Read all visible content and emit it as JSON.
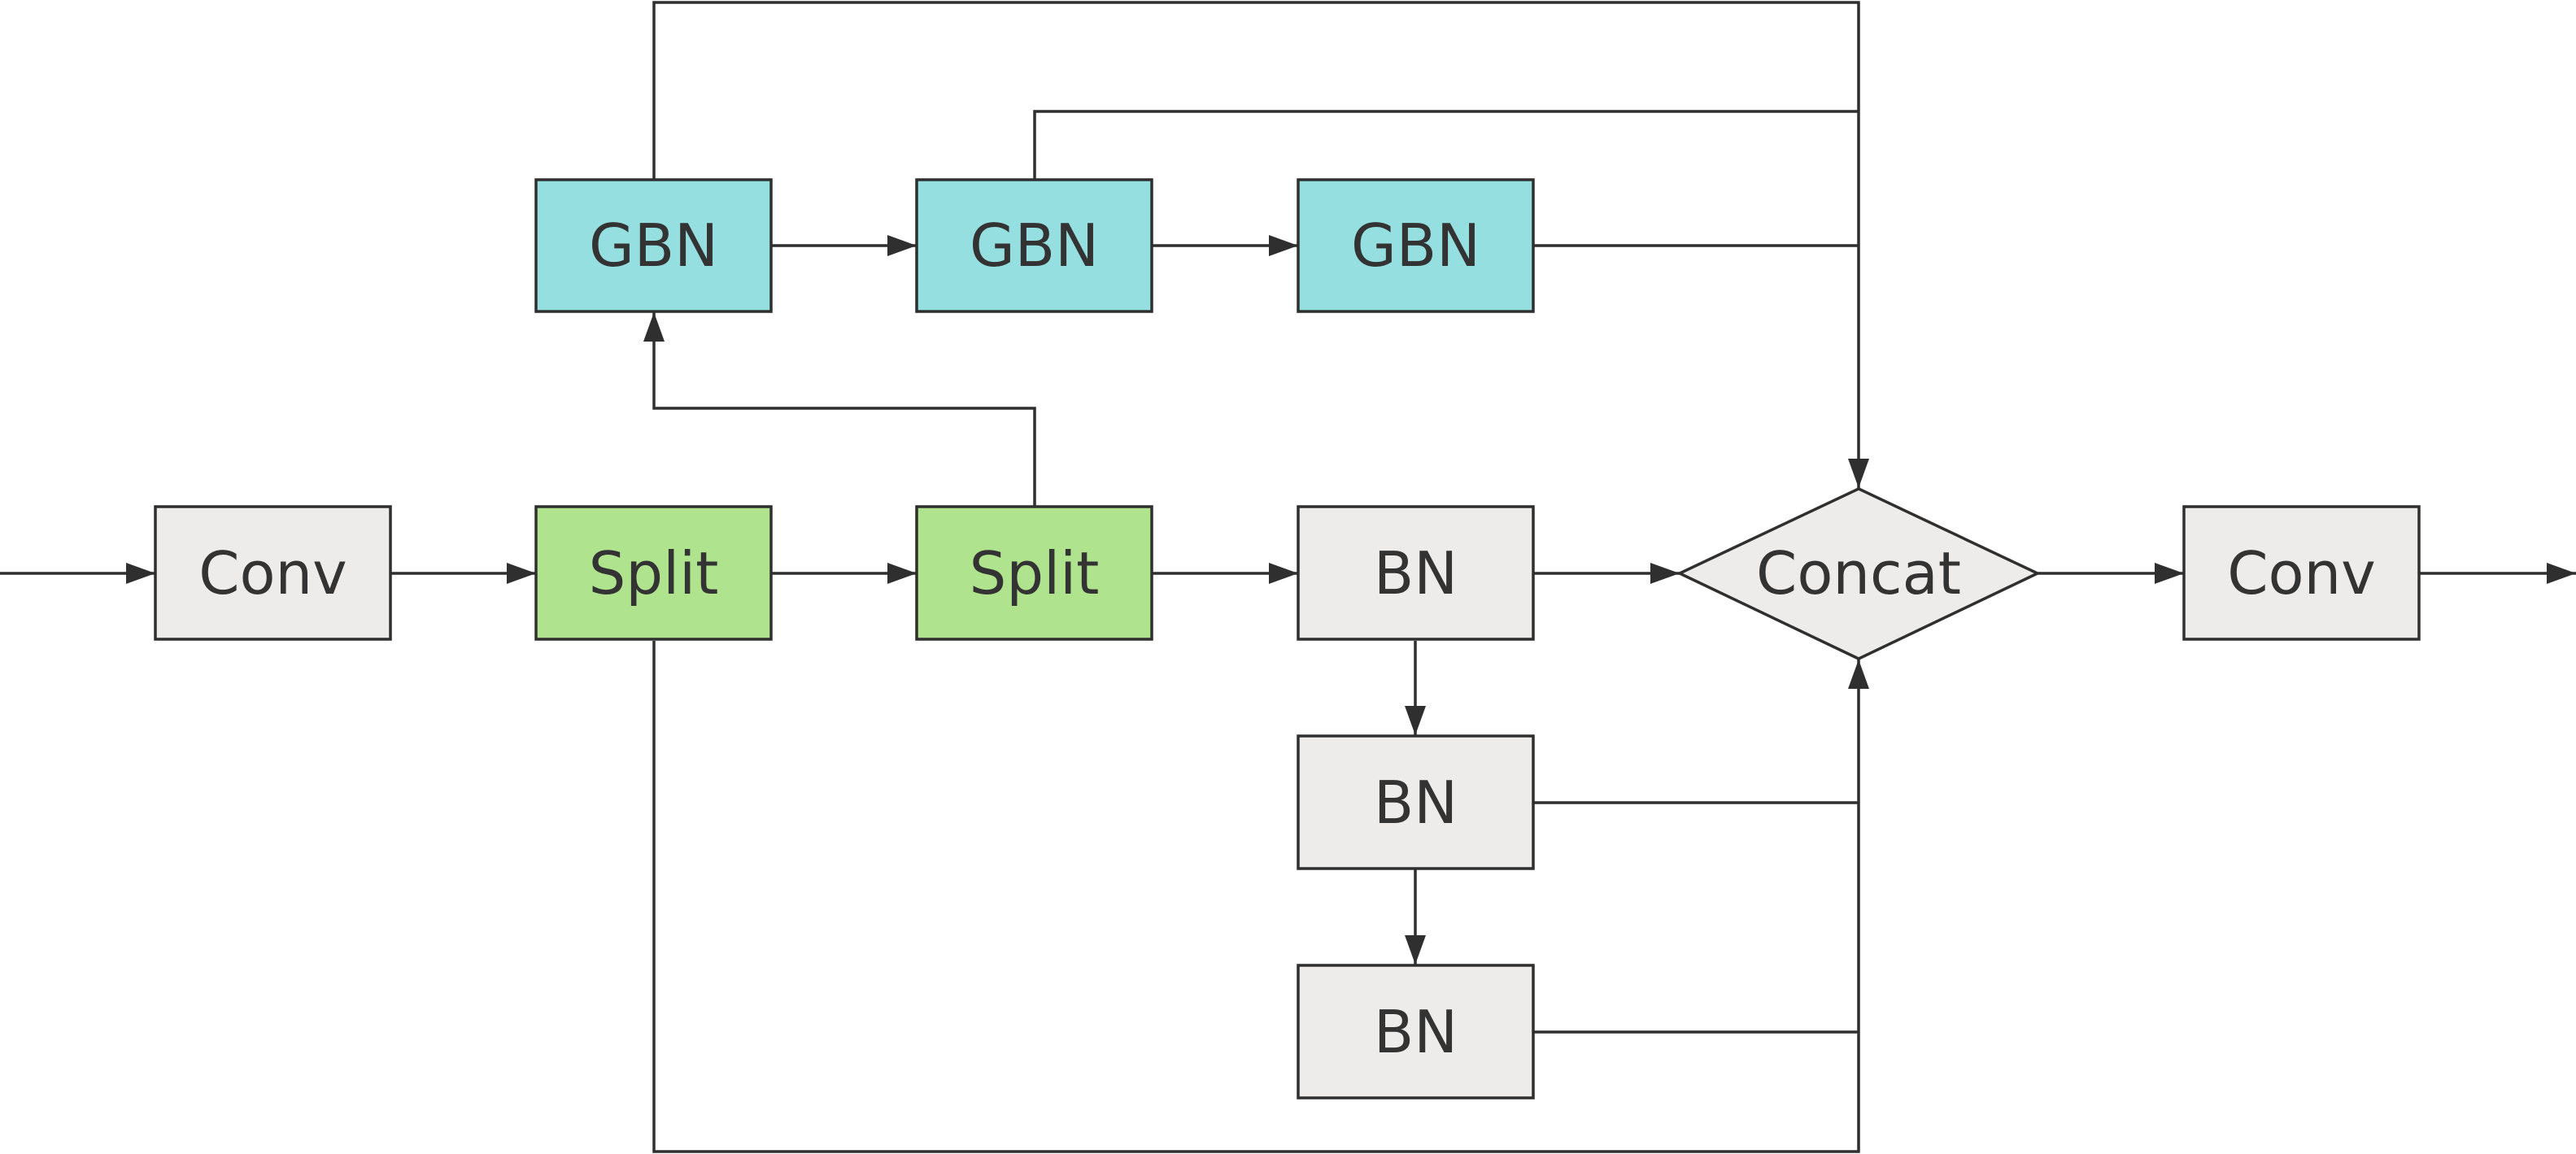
{
  "colors": {
    "gbn_fill": "#95DFE0",
    "split_fill": "#B0E38E",
    "plain_fill": "#EEECEB",
    "stroke": "#2F2F2F",
    "text": "#333333"
  },
  "nodes": {
    "conv_in": "Conv",
    "split_1": "Split",
    "split_2": "Split",
    "gbn_1": "GBN",
    "gbn_2": "GBN",
    "gbn_3": "GBN",
    "bn_1": "BN",
    "bn_2": "BN",
    "bn_3": "BN",
    "concat": "Concat",
    "conv_out": "Conv"
  }
}
